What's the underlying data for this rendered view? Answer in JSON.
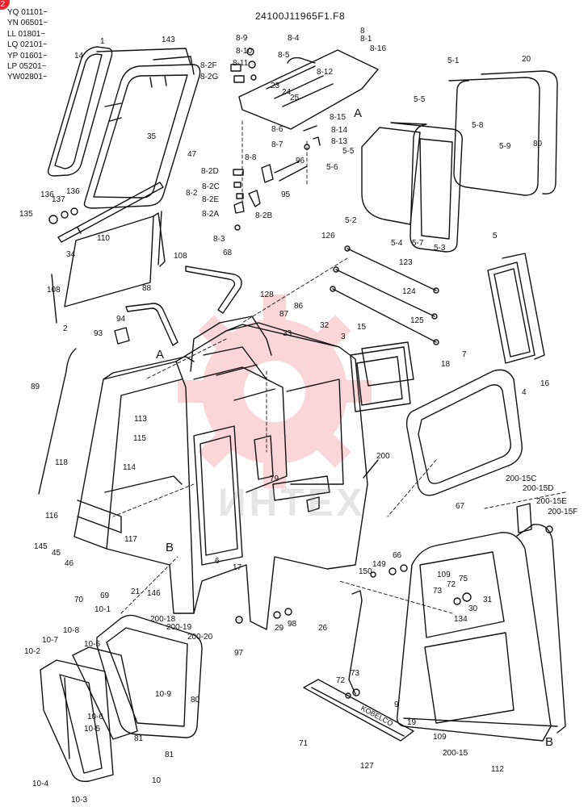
{
  "header": {
    "badge": "2",
    "drawing_id": "24100J11965F1.F8",
    "serials": [
      "YQ 01101~",
      "YN 06501~",
      "LL 01801~",
      "LQ 02101~",
      "YP 01601~",
      "LP 05201~",
      "YW02801~"
    ]
  },
  "watermark": {
    "text": "ИНТЕХ"
  },
  "stamp": {
    "text": "KOBELCO"
  },
  "parts": [
    {
      "id": "1"
    },
    {
      "id": "14"
    },
    {
      "id": "143"
    },
    {
      "id": "47"
    },
    {
      "id": "35"
    },
    {
      "id": "136"
    },
    {
      "id": "137"
    },
    {
      "id": "136b"
    },
    {
      "id": "135"
    },
    {
      "id": "110"
    },
    {
      "id": "34"
    },
    {
      "id": "108"
    },
    {
      "id": "108b"
    },
    {
      "id": "2"
    },
    {
      "id": "68"
    },
    {
      "id": "88"
    },
    {
      "id": "93"
    },
    {
      "id": "94"
    },
    {
      "id": "89"
    },
    {
      "id": "A"
    },
    {
      "id": "B"
    },
    {
      "id": "113"
    },
    {
      "id": "115"
    },
    {
      "id": "114"
    },
    {
      "id": "118"
    },
    {
      "id": "116"
    },
    {
      "id": "117"
    },
    {
      "id": "145"
    },
    {
      "id": "45"
    },
    {
      "id": "46"
    },
    {
      "id": "69"
    },
    {
      "id": "70"
    },
    {
      "id": "146"
    },
    {
      "id": "6"
    },
    {
      "id": "17"
    },
    {
      "id": "128"
    },
    {
      "id": "87"
    },
    {
      "id": "86"
    },
    {
      "id": "33"
    },
    {
      "id": "32"
    },
    {
      "id": "3"
    },
    {
      "id": "15"
    },
    {
      "id": "79"
    },
    {
      "id": "200"
    },
    {
      "id": "97"
    },
    {
      "id": "29"
    },
    {
      "id": "98"
    },
    {
      "id": "200-18"
    },
    {
      "id": "200-19"
    },
    {
      "id": "200-20"
    },
    {
      "id": "21"
    },
    {
      "id": "10-1"
    },
    {
      "id": "10-8"
    },
    {
      "id": "10-7"
    },
    {
      "id": "10-5"
    },
    {
      "id": "10-2"
    },
    {
      "id": "10-9"
    },
    {
      "id": "10-6"
    },
    {
      "id": "10-5b"
    },
    {
      "id": "80"
    },
    {
      "id": "81"
    },
    {
      "id": "81b"
    },
    {
      "id": "10-4"
    },
    {
      "id": "10-3"
    },
    {
      "id": "10"
    },
    {
      "id": "8-9"
    },
    {
      "id": "8-10"
    },
    {
      "id": "8-11"
    },
    {
      "id": "8-2F"
    },
    {
      "id": "8-2G"
    },
    {
      "id": "8-4"
    },
    {
      "id": "8-5"
    },
    {
      "id": "8"
    },
    {
      "id": "8-1"
    },
    {
      "id": "8-16"
    },
    {
      "id": "8-12"
    },
    {
      "id": "23"
    },
    {
      "id": "24"
    },
    {
      "id": "25"
    },
    {
      "id": "8-15"
    },
    {
      "id": "8-14"
    },
    {
      "id": "8-13"
    },
    {
      "id": "8-6"
    },
    {
      "id": "8-7"
    },
    {
      "id": "96"
    },
    {
      "id": "8-8"
    },
    {
      "id": "95"
    },
    {
      "id": "8-2D"
    },
    {
      "id": "8-2C"
    },
    {
      "id": "8-2E"
    },
    {
      "id": "8-2"
    },
    {
      "id": "8-2A"
    },
    {
      "id": "8-2B"
    },
    {
      "id": "8-3"
    },
    {
      "id": "5-1"
    },
    {
      "id": "20"
    },
    {
      "id": "5-5"
    },
    {
      "id": "5-8"
    },
    {
      "id": "5-9"
    },
    {
      "id": "80b"
    },
    {
      "id": "5-5b"
    },
    {
      "id": "5-6"
    },
    {
      "id": "5-2"
    },
    {
      "id": "5-4"
    },
    {
      "id": "5-7"
    },
    {
      "id": "5-3"
    },
    {
      "id": "5"
    },
    {
      "id": "126"
    },
    {
      "id": "123"
    },
    {
      "id": "124"
    },
    {
      "id": "125"
    },
    {
      "id": "16"
    },
    {
      "id": "4"
    },
    {
      "id": "18"
    },
    {
      "id": "7"
    },
    {
      "id": "200-15C"
    },
    {
      "id": "200-15D"
    },
    {
      "id": "200-15E"
    },
    {
      "id": "200-15F"
    },
    {
      "id": "67"
    },
    {
      "id": "66"
    },
    {
      "id": "149"
    },
    {
      "id": "150"
    },
    {
      "id": "109"
    },
    {
      "id": "72"
    },
    {
      "id": "75"
    },
    {
      "id": "73"
    },
    {
      "id": "31"
    },
    {
      "id": "30"
    },
    {
      "id": "134"
    },
    {
      "id": "26"
    },
    {
      "id": "73b"
    },
    {
      "id": "72b"
    },
    {
      "id": "9"
    },
    {
      "id": "19"
    },
    {
      "id": "109b"
    },
    {
      "id": "200-15"
    },
    {
      "id": "112"
    },
    {
      "id": "71"
    },
    {
      "id": "127"
    },
    {
      "id": "B2"
    },
    {
      "id": "A2"
    }
  ],
  "labels": {
    "1": "1",
    "14": "14",
    "143": "143",
    "47": "47",
    "35": "35",
    "136": "136",
    "137": "137",
    "136b": "136",
    "135": "135",
    "110": "110",
    "34": "34",
    "108": "108",
    "108b": "108",
    "2": "2",
    "68": "68",
    "88": "88",
    "93": "93",
    "94": "94",
    "89": "89",
    "A": "A",
    "B": "B",
    "113": "113",
    "115": "115",
    "114": "114",
    "118": "118",
    "116": "116",
    "117": "117",
    "145": "145",
    "45": "45",
    "46": "46",
    "69": "69",
    "70": "70",
    "146": "146",
    "6": "6",
    "17": "17",
    "128": "128",
    "87": "87",
    "86": "86",
    "33": "33",
    "32": "32",
    "3": "3",
    "15": "15",
    "79": "79",
    "200": "200",
    "97": "97",
    "29": "29",
    "98": "98",
    "200-18": "200-18",
    "200-19": "200-19",
    "200-20": "200-20",
    "21": "21",
    "10-1": "10-1",
    "10-8": "10-8",
    "10-7": "10-7",
    "10-5": "10-5",
    "10-2": "10-2",
    "10-9": "10-9",
    "10-6": "10-6",
    "10-5b": "10-5",
    "80": "80",
    "81": "81",
    "81b": "81",
    "10-4": "10-4",
    "10-3": "10-3",
    "10": "10",
    "8-9": "8-9",
    "8-10": "8-10",
    "8-11": "8-11",
    "8-2F": "8-2F",
    "8-2G": "8-2G",
    "8-4": "8-4",
    "8-5": "8-5",
    "8": "8",
    "8-1": "8-1",
    "8-16": "8-16",
    "8-12": "8-12",
    "23": "23",
    "24": "24",
    "25": "25",
    "8-15": "8-15",
    "8-14": "8-14",
    "8-13": "8-13",
    "8-6": "8-6",
    "8-7": "8-7",
    "96": "96",
    "8-8": "8-8",
    "95": "95",
    "8-2D": "8-2D",
    "8-2C": "8-2C",
    "8-2E": "8-2E",
    "8-2": "8-2",
    "8-2A": "8-2A",
    "8-2B": "8-2B",
    "8-3": "8-3",
    "5-1": "5-1",
    "20": "20",
    "5-5": "5-5",
    "5-8": "5-8",
    "5-9": "5-9",
    "80b": "80",
    "5-5b": "5-5",
    "5-6": "5-6",
    "5-2": "5-2",
    "5-4": "5-4",
    "5-7": "5-7",
    "5-3": "5-3",
    "5": "5",
    "126": "126",
    "123": "123",
    "124": "124",
    "125": "125",
    "16": "16",
    "4": "4",
    "18": "18",
    "7": "7",
    "200-15C": "200-15C",
    "200-15D": "200-15D",
    "200-15E": "200-15E",
    "200-15F": "200-15F",
    "67": "67",
    "66": "66",
    "149": "149",
    "150": "150",
    "109": "109",
    "72": "72",
    "75": "75",
    "73": "73",
    "31": "31",
    "30": "30",
    "134": "134",
    "26": "26",
    "73b": "73",
    "72b": "72",
    "9": "9",
    "19": "19",
    "109b": "109",
    "200-15": "200-15",
    "112": "112",
    "71": "71",
    "127": "127",
    "B2": "B",
    "A2": "A"
  }
}
